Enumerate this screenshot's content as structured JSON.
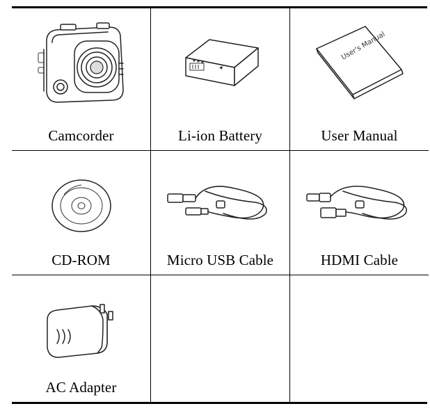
{
  "contents": {
    "items": [
      {
        "label": "Camcorder",
        "icon": "camcorder-icon"
      },
      {
        "label": "Li-ion Battery",
        "icon": "battery-icon"
      },
      {
        "label": "User Manual",
        "icon": "manual-icon",
        "cover_text": "User's Manual"
      },
      {
        "label": "CD-ROM",
        "icon": "cd-icon"
      },
      {
        "label": "Micro USB Cable",
        "icon": "usb-cable-icon"
      },
      {
        "label": "HDMI Cable",
        "icon": "hdmi-cable-icon"
      },
      {
        "label": "AC Adapter",
        "icon": "ac-adapter-icon"
      },
      {
        "label": "",
        "icon": ""
      },
      {
        "label": "",
        "icon": ""
      }
    ]
  }
}
